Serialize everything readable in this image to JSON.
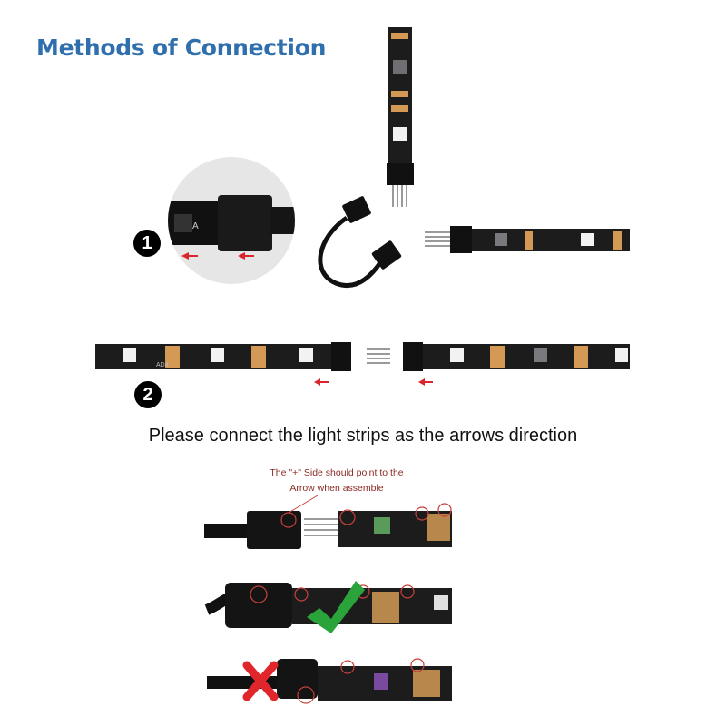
{
  "title": "Methods of Connection",
  "steps": [
    {
      "badge": "1"
    },
    {
      "badge": "2"
    }
  ],
  "instruction": "Please connect the light strips as the arrows direction",
  "note": {
    "line1": "The \"+\" Side should point to the",
    "line2": "Arrow when assemble"
  },
  "strip_markings": {
    "p1": "A",
    "p2": "AD4"
  },
  "results": [
    {
      "mark": "check-mark-icon",
      "color": "#2aa43a"
    },
    {
      "mark": "cross-mark-icon",
      "color": "#e0262b"
    }
  ],
  "colors": {
    "title": "#2f6fae",
    "strip": "#1c1c1c",
    "chip_amber": "#d49a55",
    "arrow_red": "#d9252b",
    "circle_red": "#c7403a"
  }
}
